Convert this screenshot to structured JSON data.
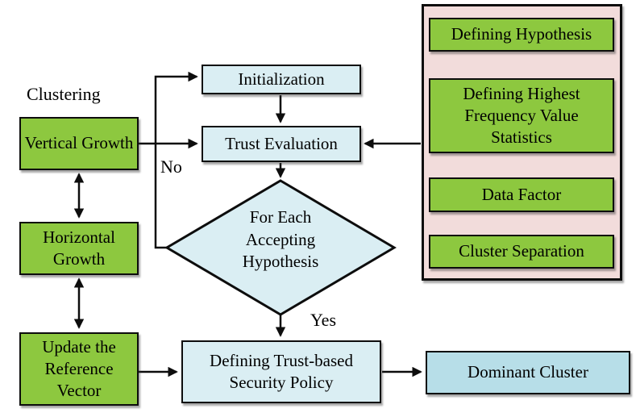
{
  "diagram": {
    "labels": {
      "clustering": "Clustering",
      "no": "No",
      "yes": "Yes"
    },
    "left_nodes": [
      {
        "label": "Vertical Growth"
      },
      {
        "label": "Horizontal Growth"
      },
      {
        "label": "Update the Reference Vector"
      }
    ],
    "main": {
      "initialization": "Initialization",
      "trust_evaluation": "Trust Evaluation",
      "decision": "For Each Accepting Hypothesis",
      "security_policy": "Defining Trust-based Security Policy",
      "dominant_cluster": "Dominant Cluster"
    },
    "panel": {
      "nodes": [
        "Defining Hypothesis",
        "Defining Highest Frequency Value Statistics",
        "Data Factor",
        "Cluster Separation"
      ]
    },
    "colors": {
      "green_node": "#8dc83f",
      "light_blue_node": "#daeef3",
      "dominant_cluster_node": "#b7dee8",
      "panel_background": "#f2dcdb",
      "line_and_border": "#0d0d0d",
      "page_background": "#ffffff"
    }
  }
}
